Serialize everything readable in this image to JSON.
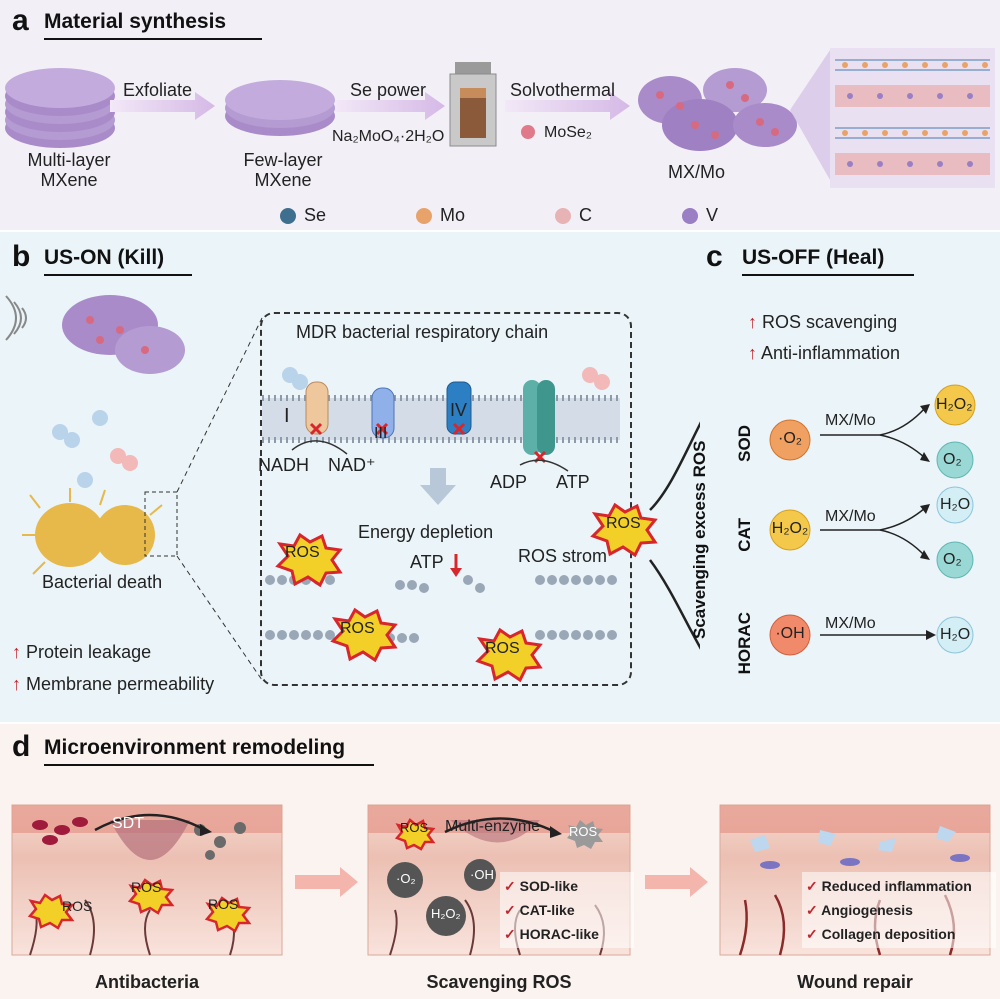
{
  "panel_a": {
    "letter": "a",
    "title": "Material synthesis",
    "multi_layer": "Multi-layer",
    "mxene1": "MXene",
    "exfoliate": "Exfoliate",
    "few_layer": "Few-layer",
    "mxene2": "MXene",
    "se_power": "Se power",
    "na_salt": "Na₂MoO₄·2H₂O",
    "solvothermal": "Solvothermal",
    "mose2": "MoSe₂",
    "mx_mo": "MX/Mo",
    "legend": [
      {
        "label": "Se",
        "color": "#3f6f8f"
      },
      {
        "label": "Mo",
        "color": "#e8a36a"
      },
      {
        "label": "C",
        "color": "#e7b3b5"
      },
      {
        "label": "V",
        "color": "#9a7fc4"
      }
    ]
  },
  "panel_b": {
    "letter": "b",
    "title": "US-ON (Kill)",
    "chain_title": "MDR bacterial respiratory chain",
    "complexes": [
      "I",
      "III",
      "IV"
    ],
    "nadh": "NADH",
    "nad": "NAD⁺",
    "adp": "ADP",
    "atp": "ATP",
    "energy": "Energy depletion",
    "atp_down": "ATP",
    "ros_storm": "ROS strom",
    "bacterial_death": "Bacterial death",
    "protein_leak": "Protein leakage",
    "membrane_perm": "Membrane permeability",
    "ros": "ROS"
  },
  "panel_c": {
    "letter": "c",
    "title": "US-OFF (Heal)",
    "ros_scav": "ROS scavenging",
    "anti_infl": "Anti-inflammation",
    "scav_arrow": "Scavenging excess ROS",
    "rows": [
      {
        "name": "SOD",
        "input": "·O₂",
        "cat": "MX/Mo",
        "out1": "H₂O₂",
        "out2": "O₂"
      },
      {
        "name": "CAT",
        "input": "H₂O₂",
        "cat": "MX/Mo",
        "out1": "H₂O",
        "out2": "O₂"
      },
      {
        "name": "HORAC",
        "input": "·OH",
        "cat": "MX/Mo",
        "out1": "H₂O",
        "out2": ""
      }
    ]
  },
  "panel_d": {
    "letter": "d",
    "title": "Microenvironment remodeling",
    "sdt": "SDT",
    "multi_enzyme": "Multi-enzyme",
    "scav_list": [
      "SOD-like",
      "CAT-like",
      "HORAC-like"
    ],
    "repair_list": [
      "Reduced inflammation",
      "Angiogenesis",
      "Collagen deposition"
    ],
    "stages": [
      "Antibacteria",
      "Scavenging ROS",
      "Wound repair"
    ],
    "o2": "·O₂",
    "oh": "·OH",
    "h2o2": "H₂O₂",
    "ros": "ROS"
  }
}
